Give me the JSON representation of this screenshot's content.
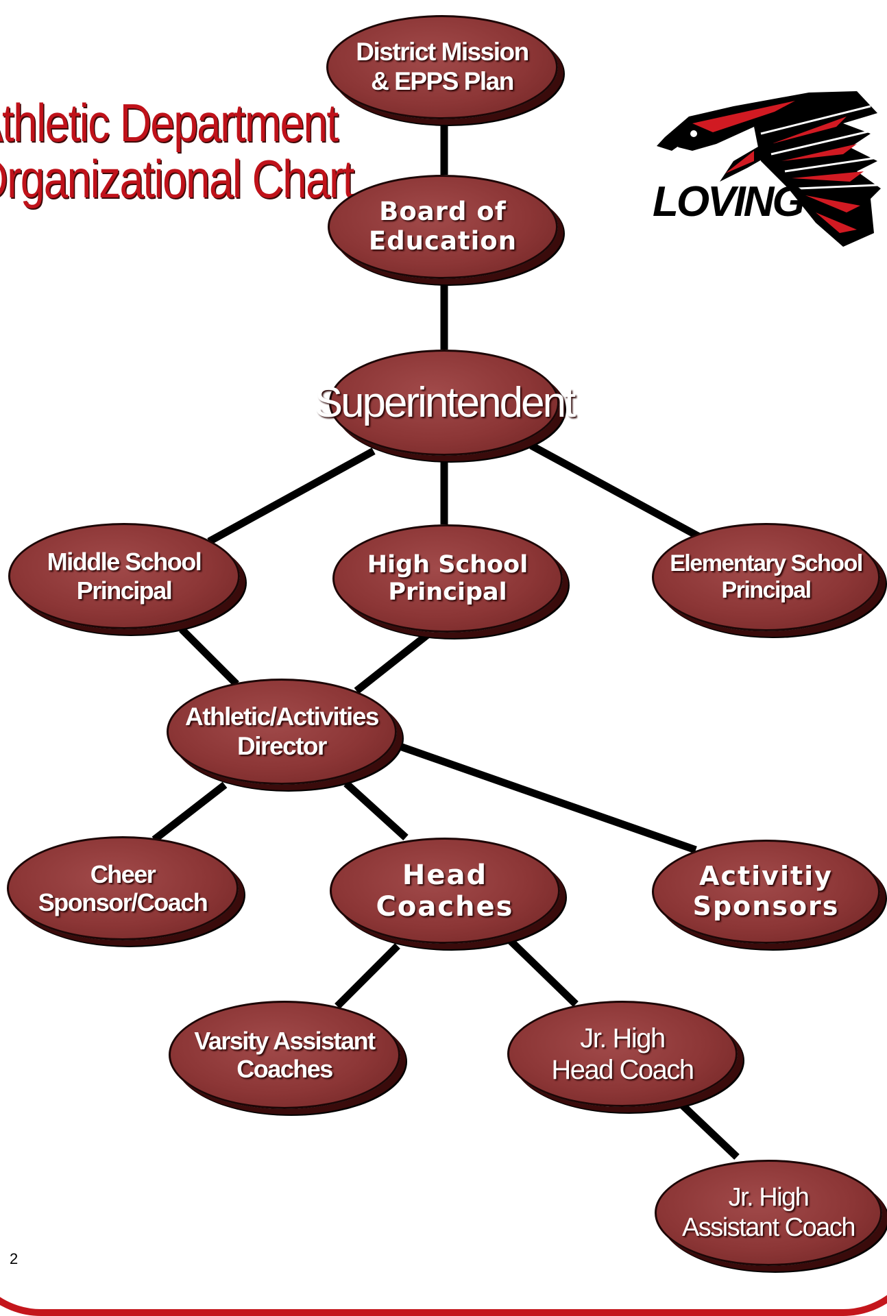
{
  "title": {
    "line1": "Athletic Department",
    "line2": "Organizational Chart"
  },
  "logo": {
    "text": "LOVING",
    "icon": "falcon-icon"
  },
  "nodes": {
    "district_mission": {
      "line1": "District Mission",
      "line2": "& EPPS Plan"
    },
    "board": {
      "line1": "Board of",
      "line2": "Education"
    },
    "superintendent": {
      "line1": "Superintendent"
    },
    "ms_principal": {
      "line1": "Middle School",
      "line2": "Principal"
    },
    "hs_principal": {
      "line1": "High School",
      "line2": "Principal"
    },
    "es_principal": {
      "line1": "Elementary School",
      "line2": "Principal"
    },
    "ad": {
      "line1": "Athletic/Activities",
      "line2": "Director"
    },
    "cheer": {
      "line1": "Cheer",
      "line2": "Sponsor/Coach"
    },
    "head_coaches": {
      "line1": "Head",
      "line2": "Coaches"
    },
    "activity_sponsors": {
      "line1": "Activitiy",
      "line2": "Sponsors"
    },
    "varsity_asst": {
      "line1": "Varsity Assistant",
      "line2": "Coaches"
    },
    "jh_head": {
      "line1": "Jr. High",
      "line2": "Head Coach"
    },
    "jh_asst": {
      "line1": "Jr. High",
      "line2": "Assistant Coach"
    }
  },
  "page_number": "2",
  "colors": {
    "accent_red": "#c0121a",
    "node_fill": "#8c3636",
    "node_border": "#1c0606",
    "frame": "#c4161c"
  }
}
